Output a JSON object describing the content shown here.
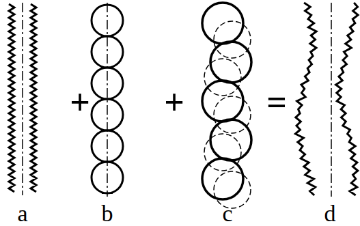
{
  "diagram": {
    "labels": [
      "a",
      "+",
      "b",
      "+",
      "c",
      "=",
      "d"
    ]
  }
}
